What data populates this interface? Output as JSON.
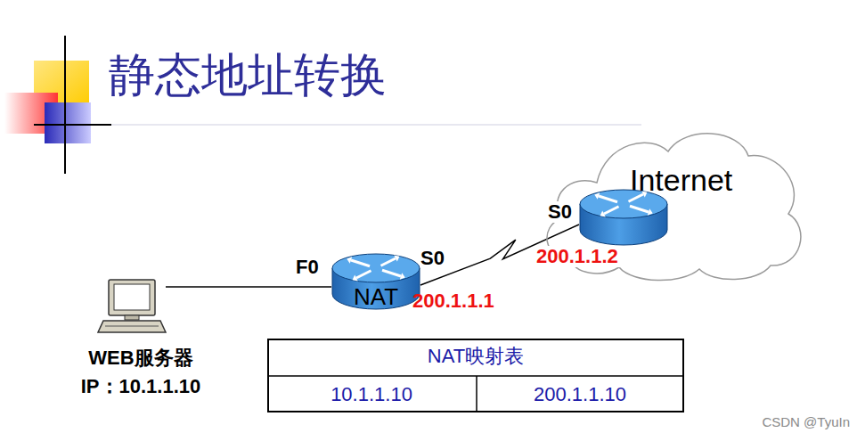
{
  "diagram": {
    "title": "静态地址转换",
    "nodes": [
      {
        "text": [
          "Internet"
        ]
      },
      {
        "text": [
          "S0",
          "200.1.1.2"
        ],
        "in": 0
      },
      {
        "text": [
          "F0",
          "S0",
          "NAT",
          "200.1.1.1"
        ]
      },
      {
        "text": [
          "WEB服务器",
          "IP：10.1.1.10"
        ]
      },
      {
        "text": [
          "NAT映射表"
        ]
      }
    ],
    "edges": [
      {
        "from": 3,
        "to": 2,
        "arrow": "none"
      },
      {
        "from": 2,
        "to": 1,
        "arrow": "none"
      }
    ],
    "labels": [
      "10.1.1.10",
      "200.1.1.10",
      "CSDN @TyuIn"
    ]
  }
}
